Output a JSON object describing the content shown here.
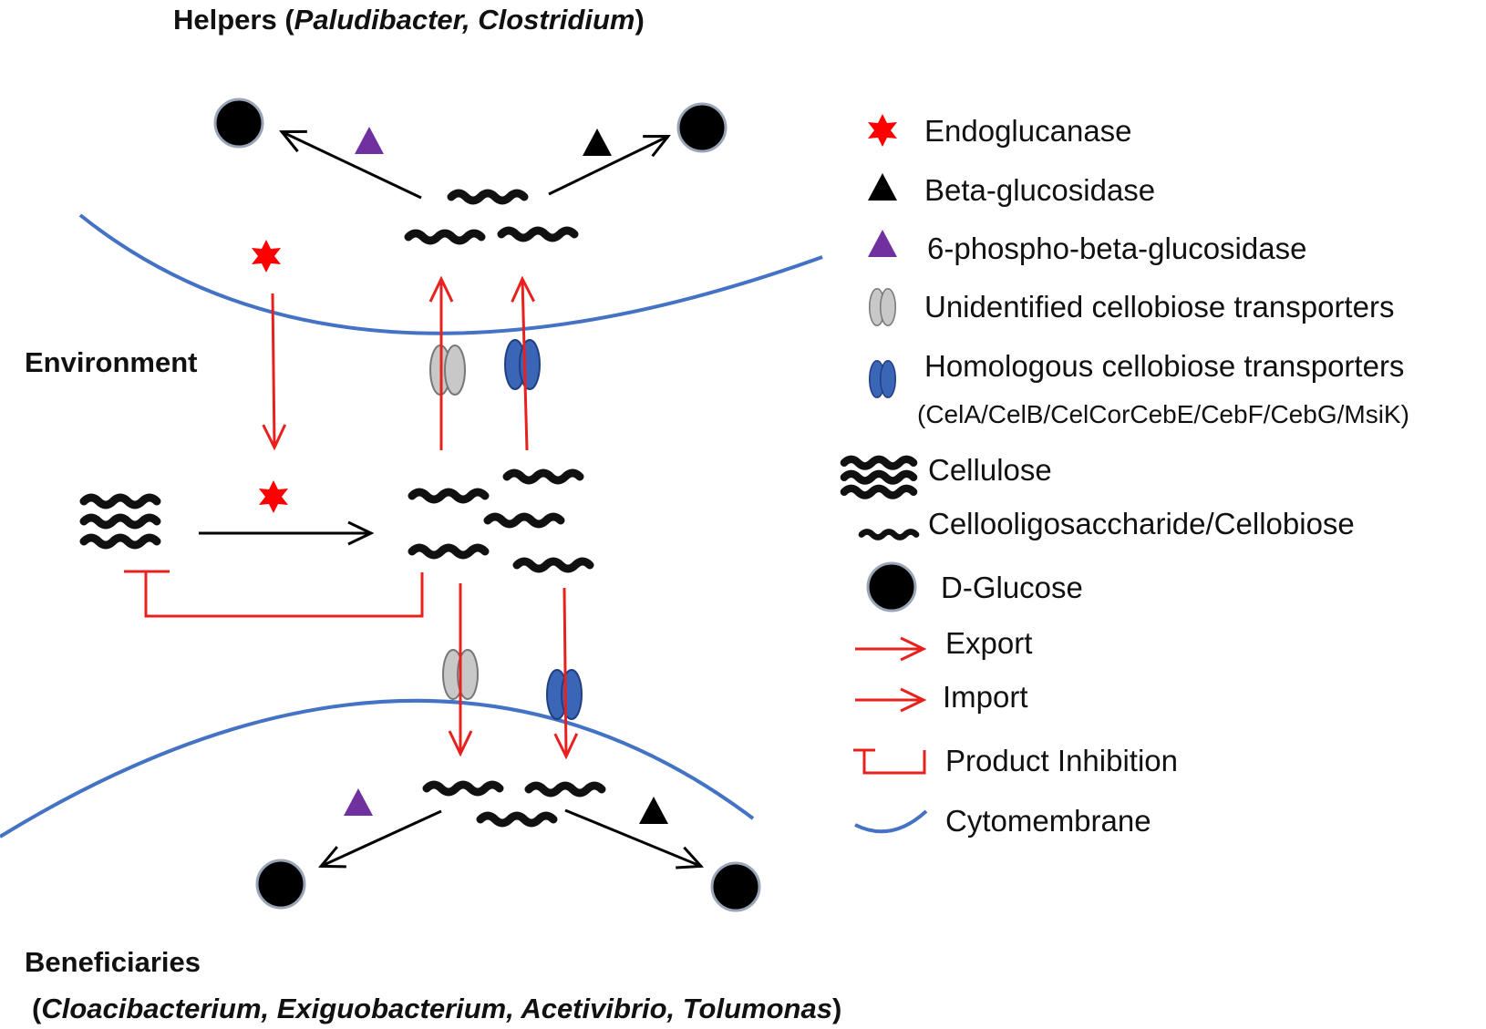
{
  "headings": {
    "helpers_prefix": "Helpers (",
    "helpers_taxa": "Paludibacter, Clostridium",
    "helpers_suffix": ")",
    "environment": "Environment",
    "beneficiaries": "Beneficiaries",
    "beneficiaries_prefix": "(",
    "beneficiaries_taxa": "Cloacibacterium, Exiguobacterium, Acetivibrio, Tolumonas",
    "beneficiaries_suffix": ")"
  },
  "legend": {
    "endoglucanase": "Endoglucanase",
    "beta_glucosidase": "Beta-glucosidase",
    "phospho_beta_glucosidase": "6-phospho-beta-glucosidase",
    "unidentified_transporters": "Unidentified cellobiose transporters",
    "homologous_transporters": "Homologous cellobiose transporters",
    "homologous_transporters_list": "(CelA/CelB/CelCorCebE/CebF/CebG/MsiK)",
    "cellulose": "Cellulose",
    "cellooligosaccharide": "Cellooligosaccharide/Cellobiose",
    "d_glucose": "D-Glucose",
    "export": "Export",
    "import": "Import",
    "product_inhibition": "Product Inhibition",
    "cytomembrane": "Cytomembrane"
  },
  "colors": {
    "arrow_red": "#e8201e",
    "membrane_blue": "#4472c4",
    "transporter_blue": "#3b66b8",
    "transporter_grey": "#c8c8c8",
    "triangle_purple": "#7030a0",
    "glucose_black": "#000000",
    "star_red": "#ff0000"
  },
  "icons": {
    "endoglucanase": "red-star-icon",
    "beta_glucosidase": "black-triangle-icon",
    "phospho_beta_glucosidase": "purple-triangle-icon",
    "unidentified_transporters": "grey-transporter-icon",
    "homologous_transporters": "blue-transporter-icon",
    "cellulose": "cellulose-strands-icon",
    "cellooligosaccharide": "cellobiose-strand-icon",
    "d_glucose": "glucose-circle-icon",
    "export": "red-arrow-icon",
    "import": "red-arrow-icon",
    "product_inhibition": "inhibition-bracket-icon",
    "cytomembrane": "membrane-curve-icon"
  }
}
